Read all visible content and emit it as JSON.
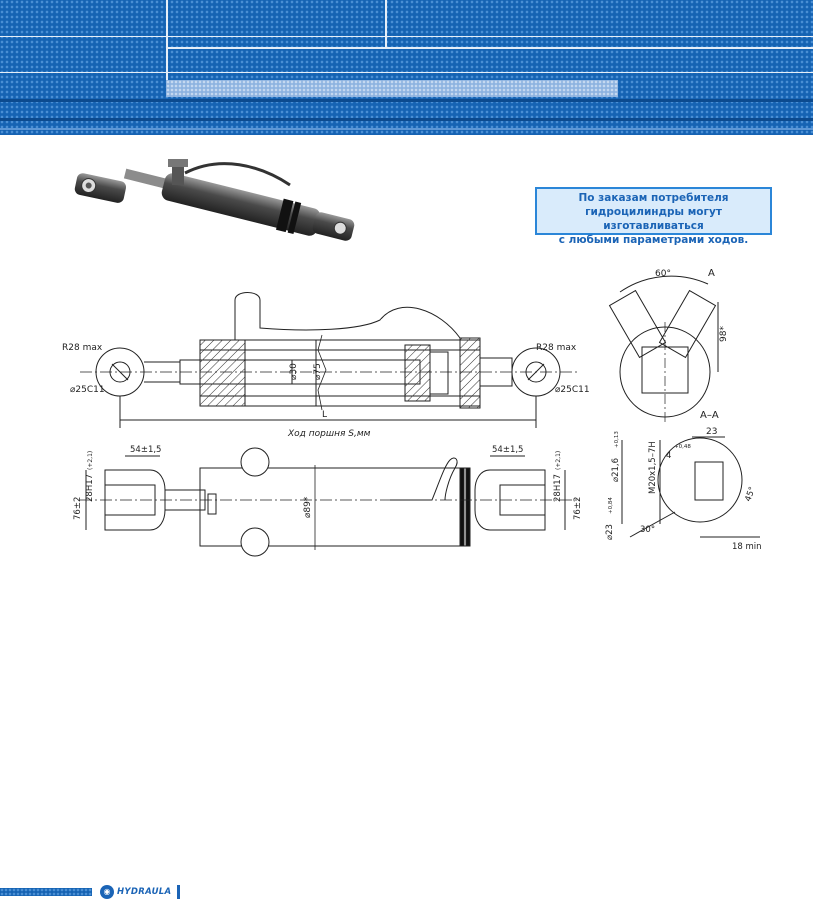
{
  "notice": {
    "line1": "По заказам потребителя",
    "line2": "гидроцилиндры могут изготавливаться",
    "line3": "с любыми параметрами ходов."
  },
  "drawing_top": {
    "r28_left": "R28 max",
    "r28_right": "R28 max",
    "pin_left": "⌀25C11",
    "pin_right": "⌀25C11",
    "rod_diam": "⌀30",
    "bore_diam": "⌀75",
    "length_label": "L",
    "stroke_label": "Ход поршня S,мм"
  },
  "drawing_bottom": {
    "width_left": "54±1,5",
    "width_right": "54±1,5",
    "slot_left": "28H17",
    "slot_left_tol": "(+2,1)",
    "slot_right": "28H17",
    "slot_right_tol": "(+2,1)",
    "height_left": "76±2",
    "height_right": "76±2",
    "body_diam": "⌀89*"
  },
  "drawing_side": {
    "angle": "60°",
    "section_mark": "A",
    "height": "98*",
    "section_title": "A–A",
    "dim_23": "23",
    "dim_216": "⌀21,6",
    "dim_216_tol": "+0,13",
    "thread": "M20x1,5–7H",
    "dim_4": "4",
    "dim_4_tol": "+0,48",
    "angle_45": "45°",
    "angle_30": "30°",
    "dim_23b": "⌀23",
    "dim_23b_tol": "+0,84",
    "dim_18": "18 min"
  },
  "footer": {
    "logo_text": "HYDRAULA"
  }
}
